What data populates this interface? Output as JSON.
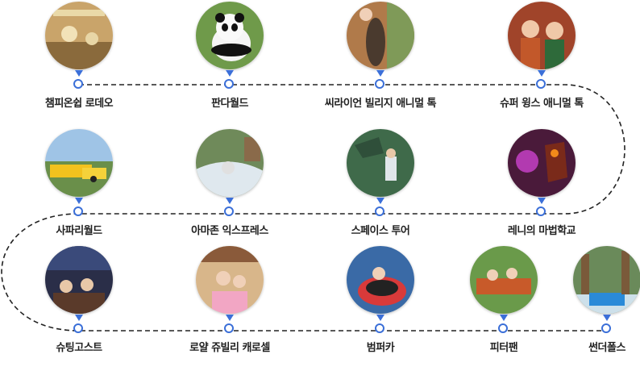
{
  "accent_color": "#3b6fd8",
  "route_color": "#222222",
  "attractions": [
    {
      "name": "챔피온쉽 로데오",
      "scene": "arena-scene-image"
    },
    {
      "name": "판다월드",
      "scene": "panda-scene-image"
    },
    {
      "name": "씨라이언 빌리지 애니멀 톡",
      "scene": "sealion-scene-image"
    },
    {
      "name": "슈퍼 윙스 애니멀 톡",
      "scene": "zookeepers-scene-image"
    },
    {
      "name": "사파리월드",
      "scene": "safari-bus-scene-image"
    },
    {
      "name": "아마존 익스프레스",
      "scene": "rafting-scene-image"
    },
    {
      "name": "스페이스 투어",
      "scene": "dinosaur-scene-image"
    },
    {
      "name": "레니의 마법학교",
      "scene": "magic-school-scene-image"
    },
    {
      "name": "슈팅고스트",
      "scene": "shooting-ghost-scene-image"
    },
    {
      "name": "로얄 쥬빌리 캐로셀",
      "scene": "carousel-scene-image"
    },
    {
      "name": "범퍼카",
      "scene": "bumper-car-scene-image"
    },
    {
      "name": "피터팬",
      "scene": "peterpan-ride-scene-image"
    },
    {
      "name": "썬더폴스",
      "scene": "thunderfalls-scene-image"
    }
  ]
}
